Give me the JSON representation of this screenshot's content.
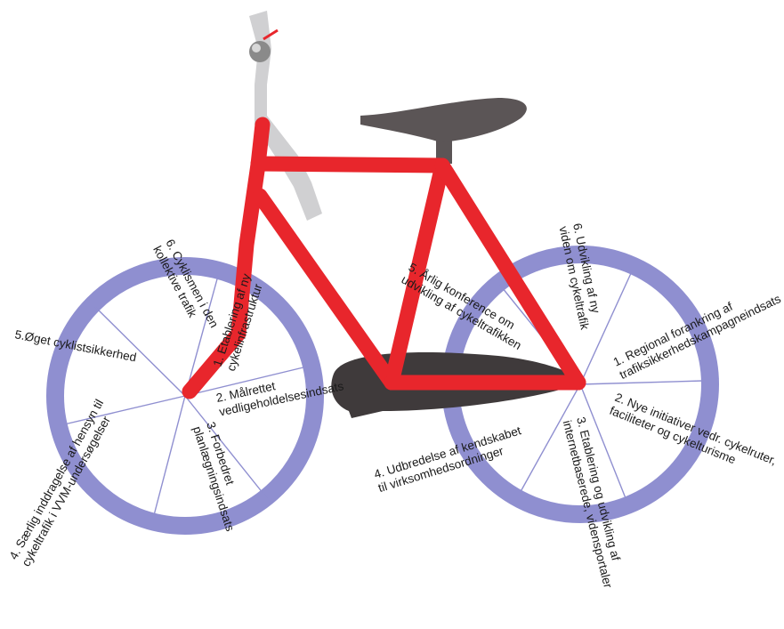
{
  "colors": {
    "frame": "#e8262c",
    "wheel": "#8f8fd0",
    "spoke": "#8f8fd0",
    "saddle": "#5b5556",
    "chainguard": "#3f3a3b",
    "handlebar": "#d0d0d2",
    "bell": "#8a8a8a",
    "text": "#1a1a1a"
  },
  "front_wheel": {
    "labels": {
      "l1": [
        "1. Etablering af ny",
        "cykelinfrastruktur"
      ],
      "l2": [
        "2. Målrettet",
        "vedligeholdelsesindsats"
      ],
      "l3": [
        "3. Forbedret",
        "planlægningsindsats"
      ],
      "l4": [
        "4. Særlig inddragelse af hensyn til",
        "cykeltrafik i VVM-undersøgelser"
      ],
      "l5": [
        "5.Øget cyklistsikkerhed"
      ],
      "l6": [
        "6. Cyklismen i den",
        "kollektive trafik"
      ]
    }
  },
  "rear_wheel": {
    "labels": {
      "l1": [
        "1. Regional forankring af",
        "trafiksikkerhedskampagneindsats"
      ],
      "l2": [
        "2. Nye initiativer vedr. cykelruter,",
        "faciliteter og cykelturisme"
      ],
      "l3": [
        "3. Etablering og udvikling af",
        "internetbaserede, vidensportaler"
      ],
      "l4": [
        "4. Udbredelse af kendskabet",
        "til virksomhedsordninger"
      ],
      "l5": [
        "5. Årlig konference om",
        "udvikling af cykeltrafikken"
      ],
      "l6": [
        "6. Udvikling af ny",
        "viden om cykeltrafik"
      ]
    }
  }
}
